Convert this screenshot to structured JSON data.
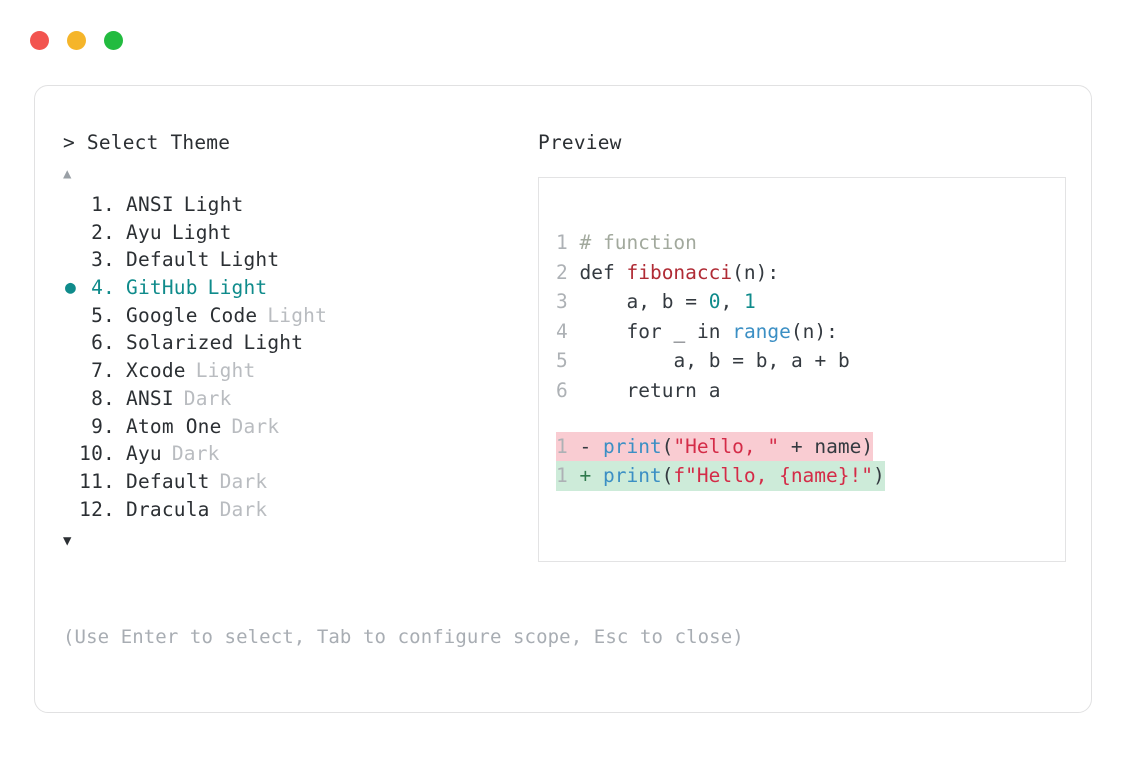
{
  "window": {
    "traffic_lights": [
      {
        "name": "close-button",
        "color": "#f2544f"
      },
      {
        "name": "minimize-button",
        "color": "#f5b52a"
      },
      {
        "name": "maximize-button",
        "color": "#22bb3f"
      }
    ]
  },
  "accent_color": "#0f8b8b",
  "picker": {
    "prompt": "> Select Theme",
    "scroll_up_indicator": "▲",
    "scroll_down_indicator": "▼",
    "selected_index": 4,
    "bullet_glyph": "●",
    "items": [
      {
        "index": "1.",
        "name": "ANSI",
        "suffix": "Light",
        "suffix_dim": false,
        "selected": false
      },
      {
        "index": "2.",
        "name": "Ayu",
        "suffix": "Light",
        "suffix_dim": false,
        "selected": false
      },
      {
        "index": "3.",
        "name": "Default",
        "suffix": "Light",
        "suffix_dim": false,
        "selected": false
      },
      {
        "index": "4.",
        "name": "GitHub",
        "suffix": "Light",
        "suffix_dim": false,
        "selected": true
      },
      {
        "index": "5.",
        "name": "Google Code",
        "suffix": "Light",
        "suffix_dim": true,
        "selected": false
      },
      {
        "index": "6.",
        "name": "Solarized",
        "suffix": "Light",
        "suffix_dim": false,
        "selected": false
      },
      {
        "index": "7.",
        "name": "Xcode",
        "suffix": "Light",
        "suffix_dim": true,
        "selected": false
      },
      {
        "index": "8.",
        "name": "ANSI",
        "suffix": "Dark",
        "suffix_dim": true,
        "selected": false
      },
      {
        "index": "9.",
        "name": "Atom One",
        "suffix": "Dark",
        "suffix_dim": true,
        "selected": false
      },
      {
        "index": "10.",
        "name": "Ayu",
        "suffix": "Dark",
        "suffix_dim": true,
        "selected": false
      },
      {
        "index": "11.",
        "name": "Default",
        "suffix": "Dark",
        "suffix_dim": true,
        "selected": false
      },
      {
        "index": "12.",
        "name": "Dracula",
        "suffix": "Dark",
        "suffix_dim": true,
        "selected": false
      }
    ],
    "help_text": "(Use Enter to select, Tab to configure scope, Esc to close)"
  },
  "preview": {
    "title": "Preview",
    "code_lines": [
      {
        "num": "1",
        "text": "# function"
      },
      {
        "num": "2",
        "text": "def fibonacci(n):"
      },
      {
        "num": "3",
        "text": "    a, b = 0, 1"
      },
      {
        "num": "4",
        "text": "    for _ in range(n):"
      },
      {
        "num": "5",
        "text": "        a, b = b, a + b"
      },
      {
        "num": "6",
        "text": "    return a"
      }
    ],
    "diff_lines": [
      {
        "num": "1",
        "sign": "-",
        "text": "print(\"Hello, \" + name)",
        "kind": "removed",
        "bg": "#f9ccd2"
      },
      {
        "num": "1",
        "sign": "+",
        "text": "print(f\"Hello, {name}!\")",
        "kind": "added",
        "bg": "#cdebd9"
      }
    ]
  }
}
